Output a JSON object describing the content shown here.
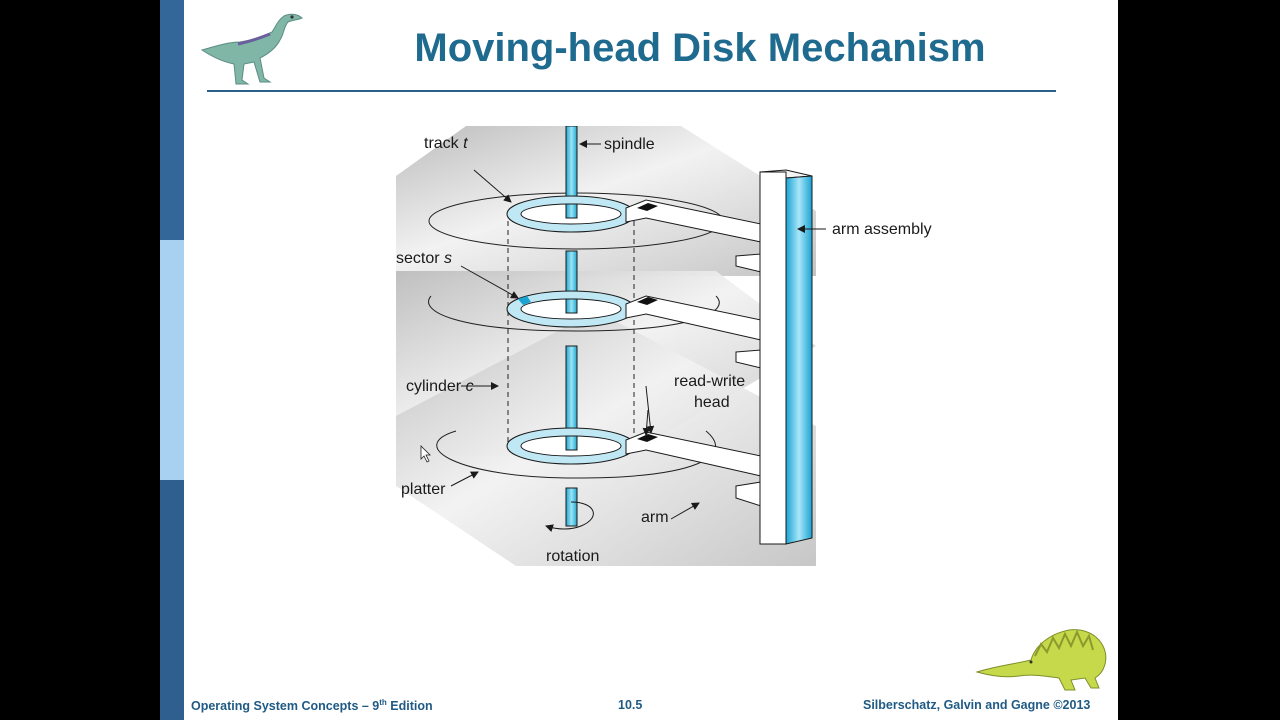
{
  "slide": {
    "title": "Moving-head Disk Mechanism",
    "footer": {
      "left_main": "Operating System Concepts – 9",
      "left_sup": "th",
      "left_tail": " Edition",
      "page_number": "10.5",
      "right": "Silberschatz, Galvin and Gagne ©2013"
    }
  },
  "diagram": {
    "labels": {
      "track_main": "track ",
      "track_var": "t",
      "spindle": "spindle",
      "arm_assembly": "arm assembly",
      "sector_main": "sector ",
      "sector_var": "s",
      "cylinder_main": "cylinder ",
      "cylinder_var": "c",
      "read_write_line1": "read-write",
      "read_write_line2": "head",
      "platter": "platter",
      "arm": "arm",
      "rotation": "rotation"
    }
  },
  "icons": [
    "dinosaur-logo-icon",
    "dinosaur-logo-icon",
    "mouse-cursor-icon"
  ],
  "colors": {
    "title": "#1f6a8f",
    "sidebar": "#336699",
    "sidebar_light": "#a8d0f0",
    "accent_cyan": "#2bbde0",
    "footer_text": "#1f5a85"
  }
}
